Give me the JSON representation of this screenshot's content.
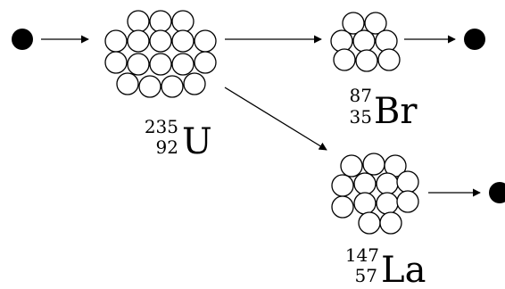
{
  "diagram": {
    "uranium": {
      "mass_number": "235",
      "atomic_number": "92",
      "symbol": "U"
    },
    "bromine": {
      "mass_number": "87",
      "atomic_number": "35",
      "symbol": "Br"
    },
    "lanthanum": {
      "mass_number": "147",
      "atomic_number": "57",
      "symbol": "La"
    }
  }
}
